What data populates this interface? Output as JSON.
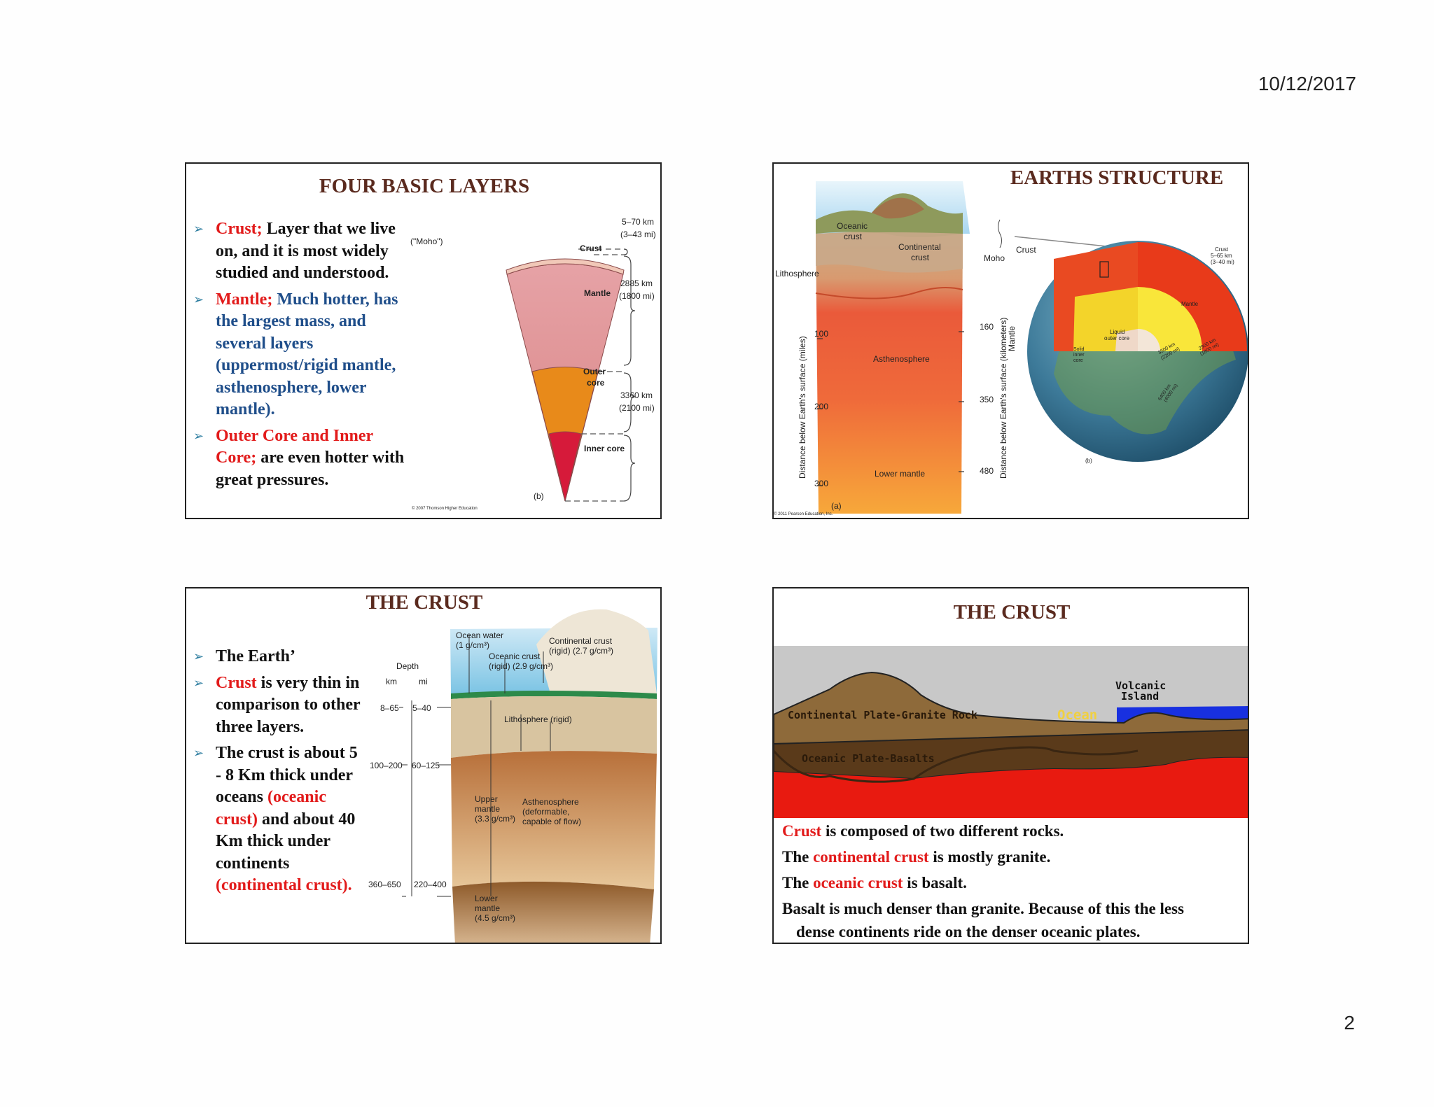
{
  "header": {
    "date": "10/12/2017"
  },
  "footer": {
    "page_number": "2"
  },
  "slide1": {
    "title": "FOUR BASIC LAYERS",
    "b1_key": "Crust;",
    "b1_text": " Layer that we live on, and it is most widely studied and understood.",
    "b2_key": "Mantle;",
    "b2_text": " Much hotter, has the largest mass, and several layers (uppermost/rigid mantle, asthenosphere, lower mantle).",
    "b3_key": "Outer Core and Inner Core;",
    "b3_text": " are even hotter with great pressures.",
    "fig": {
      "moho": "(\"Moho\")",
      "crust": "Crust",
      "mantle": "Mantle",
      "outer_core_1": "Outer",
      "outer_core_2": "core",
      "inner_core": "Inner core",
      "d1a": "5–70 km",
      "d1b": "(3–43 mi)",
      "d2a": "2885 km",
      "d2b": "(1800 mi)",
      "d3a": "3360 km",
      "d3b": "(2100 mi)",
      "panel": "(b)",
      "copyright": "© 2007 Thomson Higher Education"
    }
  },
  "slide2": {
    "title": "EARTHS STRUCTURE",
    "fig": {
      "oceanic_crust_1": "Oceanic",
      "oceanic_crust_2": "crust",
      "continental_crust_1": "Continental",
      "continental_crust_2": "crust",
      "lithosphere": "Lithosphere",
      "moho": "Moho",
      "crust": "Crust",
      "asthenosphere": "Asthenosphere",
      "lower_mantle": "Lower mantle",
      "mantle": "Mantle",
      "left_axis": "Distance below Earth's surface (miles)",
      "right_axis": "Distance below Earth's surface (kilometers)",
      "mi_100": "100",
      "mi_200": "200",
      "mi_300": "300",
      "km_160": "160",
      "km_350": "350",
      "km_480": "480",
      "panel_a": "(a)",
      "panel_b": "(b)",
      "globe_crust_1": "Crust",
      "globe_crust_2": "5–65 km",
      "globe_crust_3": "(3–40 mi)",
      "globe_mantle": "Mantle",
      "liquid_core_1": "Liquid",
      "liquid_core_2": "outer core",
      "solid_core_1": "Solid",
      "solid_core_2": "inner",
      "solid_core_3": "core",
      "d_3500_1": "3500 km",
      "d_3500_2": "(2200 mi)",
      "d_2900_1": "2900 km",
      "d_2900_2": "(1800 mi)",
      "d_6400_1": "6400 km",
      "d_6400_2": "(4000 mi)",
      "copyright": "© 2011 Pearson Education, Inc."
    }
  },
  "slide3": {
    "title": "THE CRUST",
    "b1_text": "The Earth’",
    "b2_key": "Crust",
    "b2_text": " is very thin in comparison to other three layers.",
    "b3_pre": "The crust is about 5 - 8 Km thick under oceans ",
    "b3_red1": "(oceanic crust)",
    "b3_mid": " and about 40 Km thick under continents ",
    "b3_red2": "(continental crust).",
    "fig": {
      "depth": "Depth",
      "km": "km",
      "mi": "mi",
      "r1_km": "8–65",
      "r1_mi": "5–40",
      "r2_km": "100–200",
      "r2_mi": "60–125",
      "r3_km": "360–650",
      "r3_mi": "220–400",
      "ocean_water_1": "Ocean water",
      "ocean_water_2": "(1 g/cm³)",
      "oceanic_crust_1": "Oceanic crust",
      "oceanic_crust_2": "(rigid) (2.9 g/cm³)",
      "continental_crust_1": "Continental crust",
      "continental_crust_2": "(rigid) (2.7 g/cm³)",
      "lithosphere": "Lithosphere (rigid)",
      "upper_mantle_1": "Upper",
      "upper_mantle_2": "mantle",
      "upper_mantle_3": "(3.3 g/cm³)",
      "asthenosphere_1": "Asthenosphere",
      "asthenosphere_2": "(deformable,",
      "asthenosphere_3": "capable of flow)",
      "lower_mantle_1": "Lower",
      "lower_mantle_2": "mantle",
      "lower_mantle_3": "(4.5 g/cm³)"
    }
  },
  "slide4": {
    "title": "THE CRUST",
    "fig": {
      "continental": "Continental Plate-Granite Rock",
      "oceanic": "Oceanic Plate-Basalts",
      "ocean": "Ocean",
      "volcanic_1": "Volcanic",
      "volcanic_2": "Island"
    },
    "l1_red": "Crust",
    "l1_text": " is composed of two different rocks.",
    "l2_pre": "The ",
    "l2_red": "continental crust",
    "l2_post": " is mostly granite.",
    "l3_pre": "The ",
    "l3_red": "oceanic crust",
    "l3_post": " is basalt.",
    "l4_a": "Basalt is much denser than granite. Because of this the less",
    "l4_b": "dense continents ride on the denser oceanic plates."
  }
}
